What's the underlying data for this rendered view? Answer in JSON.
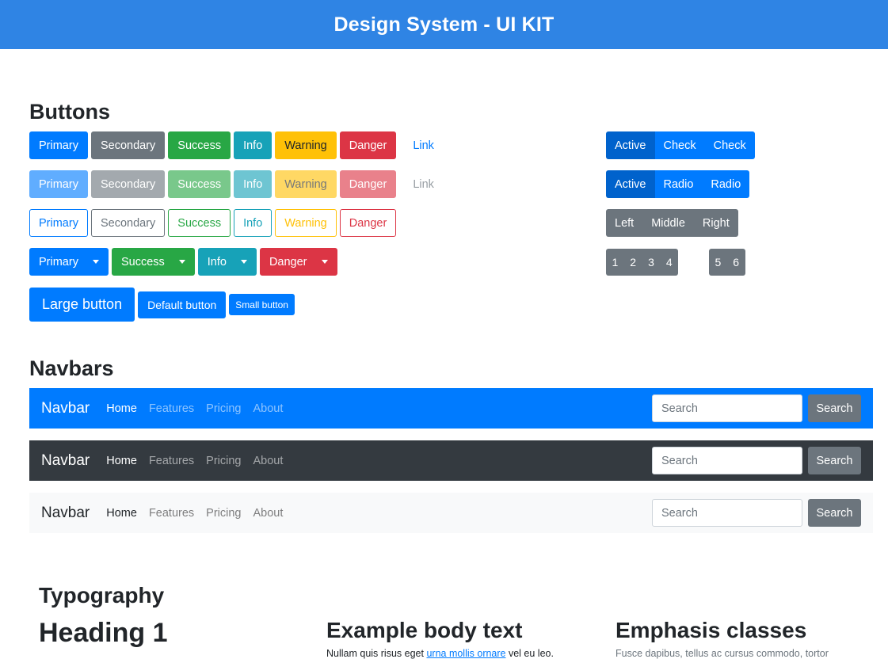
{
  "header": {
    "title": "Design System - UI KIT"
  },
  "buttons_section": {
    "title": "Buttons",
    "row1": [
      "Primary",
      "Secondary",
      "Success",
      "Info",
      "Warning",
      "Danger",
      "Link"
    ],
    "row2": [
      "Primary",
      "Secondary",
      "Success",
      "Info",
      "Warning",
      "Danger",
      "Link"
    ],
    "row3": [
      "Primary",
      "Secondary",
      "Success",
      "Info",
      "Warning",
      "Danger"
    ],
    "row4": [
      "Primary",
      "Success",
      "Info",
      "Danger"
    ],
    "sizes": [
      "Large button",
      "Default button",
      "Small button"
    ],
    "check_group": [
      "Active",
      "Check",
      "Check"
    ],
    "radio_group": [
      "Active",
      "Radio",
      "Radio"
    ],
    "lmr_group": [
      "Left",
      "Middle",
      "Right"
    ],
    "pagination_a": [
      "1",
      "2",
      "3",
      "4"
    ],
    "pagination_b": [
      "5",
      "6"
    ]
  },
  "navbars_section": {
    "title": "Navbars",
    "bars": [
      {
        "brand": "Navbar",
        "links": [
          "Home",
          "Features",
          "Pricing",
          "About"
        ],
        "search_placeholder": "Search",
        "search_button": "Search"
      },
      {
        "brand": "Navbar",
        "links": [
          "Home",
          "Features",
          "Pricing",
          "About"
        ],
        "search_placeholder": "Search",
        "search_button": "Search"
      },
      {
        "brand": "Navbar",
        "links": [
          "Home",
          "Features",
          "Pricing",
          "About"
        ],
        "search_placeholder": "Search",
        "search_button": "Search"
      }
    ]
  },
  "typography_section": {
    "title": "Typography",
    "heading1": "Heading 1",
    "body_title": "Example body text",
    "body_text_start": "Nullam quis risus eget ",
    "body_text_link": "urna mollis ornare",
    "body_text_end": " vel eu leo.",
    "emphasis_title": "Emphasis classes",
    "emphasis_text": "Fusce dapibus, tellus ac cursus commodo, tortor"
  },
  "colors": {
    "topbar": "#2f84e4",
    "primary": "#007bff",
    "secondary": "#6c757d",
    "success": "#28a745",
    "info": "#17a2b8",
    "warning": "#ffc107",
    "danger": "#dc3545",
    "dark": "#343a40",
    "light": "#f8f9fa"
  }
}
